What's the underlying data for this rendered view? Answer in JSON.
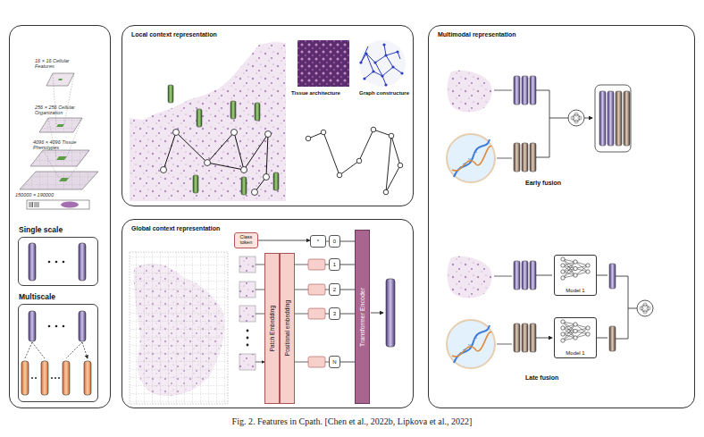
{
  "diagram": {
    "caption": "Fig. 2. Features in Cpath. [Chen et al., 2022b, Lipkova et al., 2022]",
    "nodes": [
      {
        "text": [
          "16 × 16 Cellular Features",
          "256 × 256 Cellular Organization",
          "4096 × 4096 Tissue Phenotypes",
          "150000 × 190000"
        ]
      },
      {
        "text": [
          "Single scale"
        ],
        "in": 0
      },
      {
        "text": [
          "Multiscale"
        ],
        "in": 0
      },
      {
        "text": [
          "Local context representation"
        ]
      },
      {
        "text": [
          "Global context representation"
        ]
      },
      {
        "text": [
          "Class token"
        ],
        "in": 4
      },
      {
        "text": [
          "*"
        ],
        "in": 4
      },
      {
        "text": [
          "0"
        ],
        "in": 4
      },
      {
        "text": [
          "1"
        ],
        "in": 4
      },
      {
        "text": [
          "2"
        ],
        "in": 4
      },
      {
        "text": [
          "3"
        ],
        "in": 4
      },
      {
        "text": [
          "N"
        ],
        "in": 4
      },
      {
        "text": [
          "Patch Embedding"
        ],
        "in": 4
      },
      {
        "text": [
          "Positional embedding"
        ],
        "in": 4
      },
      {
        "text": [
          "Transformer Encoder"
        ],
        "in": 4
      },
      {
        "text": [
          "Multimodal representation"
        ]
      },
      {
        "text": [
          "Model 1"
        ],
        "in": 15
      },
      {
        "text": [
          "Model 1"
        ],
        "in": 15
      }
    ],
    "edges": [
      {
        "from": 5,
        "to": 6,
        "arrow": "to"
      },
      {
        "from": 7,
        "to": 14,
        "arrow": "none"
      },
      {
        "from": 8,
        "to": 14,
        "arrow": "none"
      },
      {
        "from": 9,
        "to": 14,
        "arrow": "none"
      },
      {
        "from": 10,
        "to": 14,
        "arrow": "none"
      },
      {
        "from": 11,
        "to": 14,
        "arrow": "none"
      }
    ],
    "labels": [
      "Tissue architecture",
      "Graph constructure",
      "Early fusion",
      "Late fusion"
    ]
  }
}
